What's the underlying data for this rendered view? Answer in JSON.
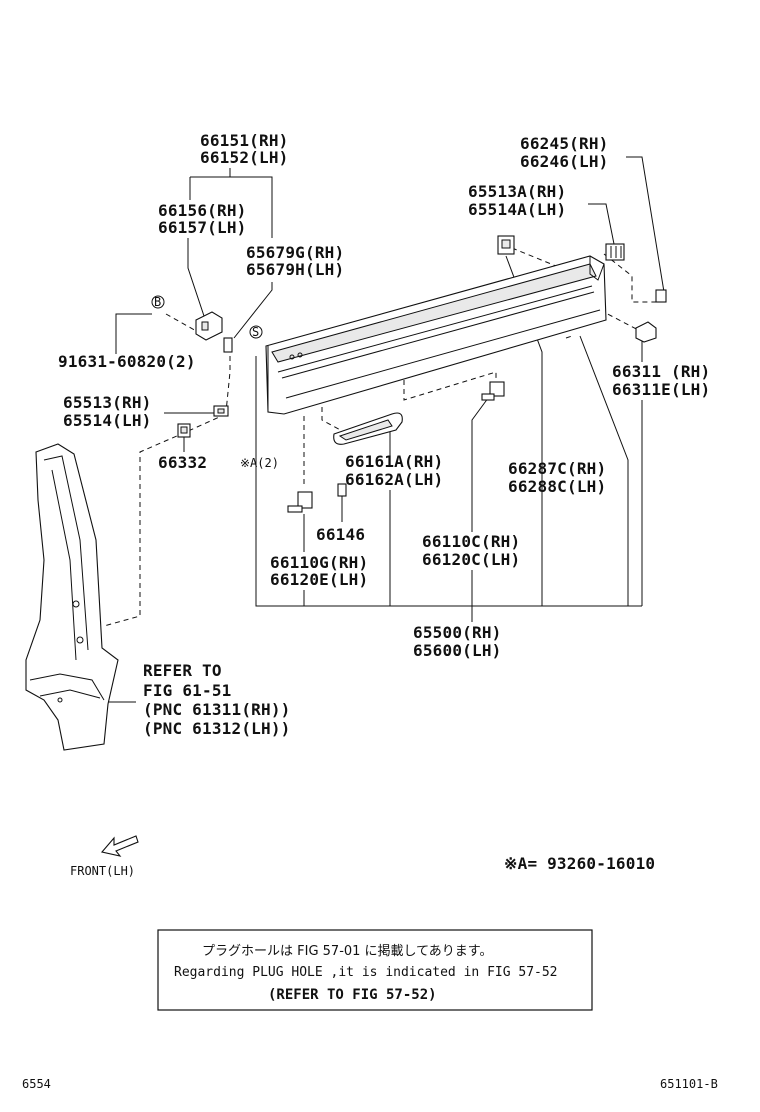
{
  "parts": {
    "p66151": "66151(RH)",
    "p66152": "66152(LH)",
    "p66156": "66156(RH)",
    "p66157": "66157(LH)",
    "p65679g": "65679G(RH)",
    "p65679h": "65679H(LH)",
    "p91631": "91631-60820(2)",
    "p66245": "66245(RH)",
    "p66246": "66246(LH)",
    "p65513a": "65513A(RH)",
    "p65514a": "65514A(LH)",
    "p66311": "66311 (RH)",
    "p66311e": "66311E(LH)",
    "p65513": "65513(RH)",
    "p65514": "65514(LH)",
    "p66332": "66332",
    "ref_a2": "※A(2)",
    "p66161a": "66161A(RH)",
    "p66162a": "66162A(LH)",
    "p66287c": "66287C(RH)",
    "p66288c": "66288C(LH)",
    "p66146": "66146",
    "p66110c": "66110C(RH)",
    "p66120c": "66120C(LH)",
    "p66110g": "66110G(RH)",
    "p66120e": "66120E(LH)",
    "p65500": "65500(RH)",
    "p65600": "65600(LH)"
  },
  "callouts": {
    "b": "B",
    "s": "S"
  },
  "refer": {
    "line1": "REFER TO",
    "line2": "FIG 61-51",
    "line3": "(PNC 61311(RH))",
    "line4": "(PNC 61312(LH))"
  },
  "front_label": "FRONT(LH)",
  "footnote_a": "※A= 93260-16010",
  "note": {
    "jp": "プラグホールは FIG 57-01 に掲載してあります。",
    "en": "Regarding PLUG HOLE ,it is indicated in FIG 57-52",
    "ref": "(REFER TO FIG 57-52)"
  },
  "page_number": "6554",
  "figure_id": "651101-B"
}
